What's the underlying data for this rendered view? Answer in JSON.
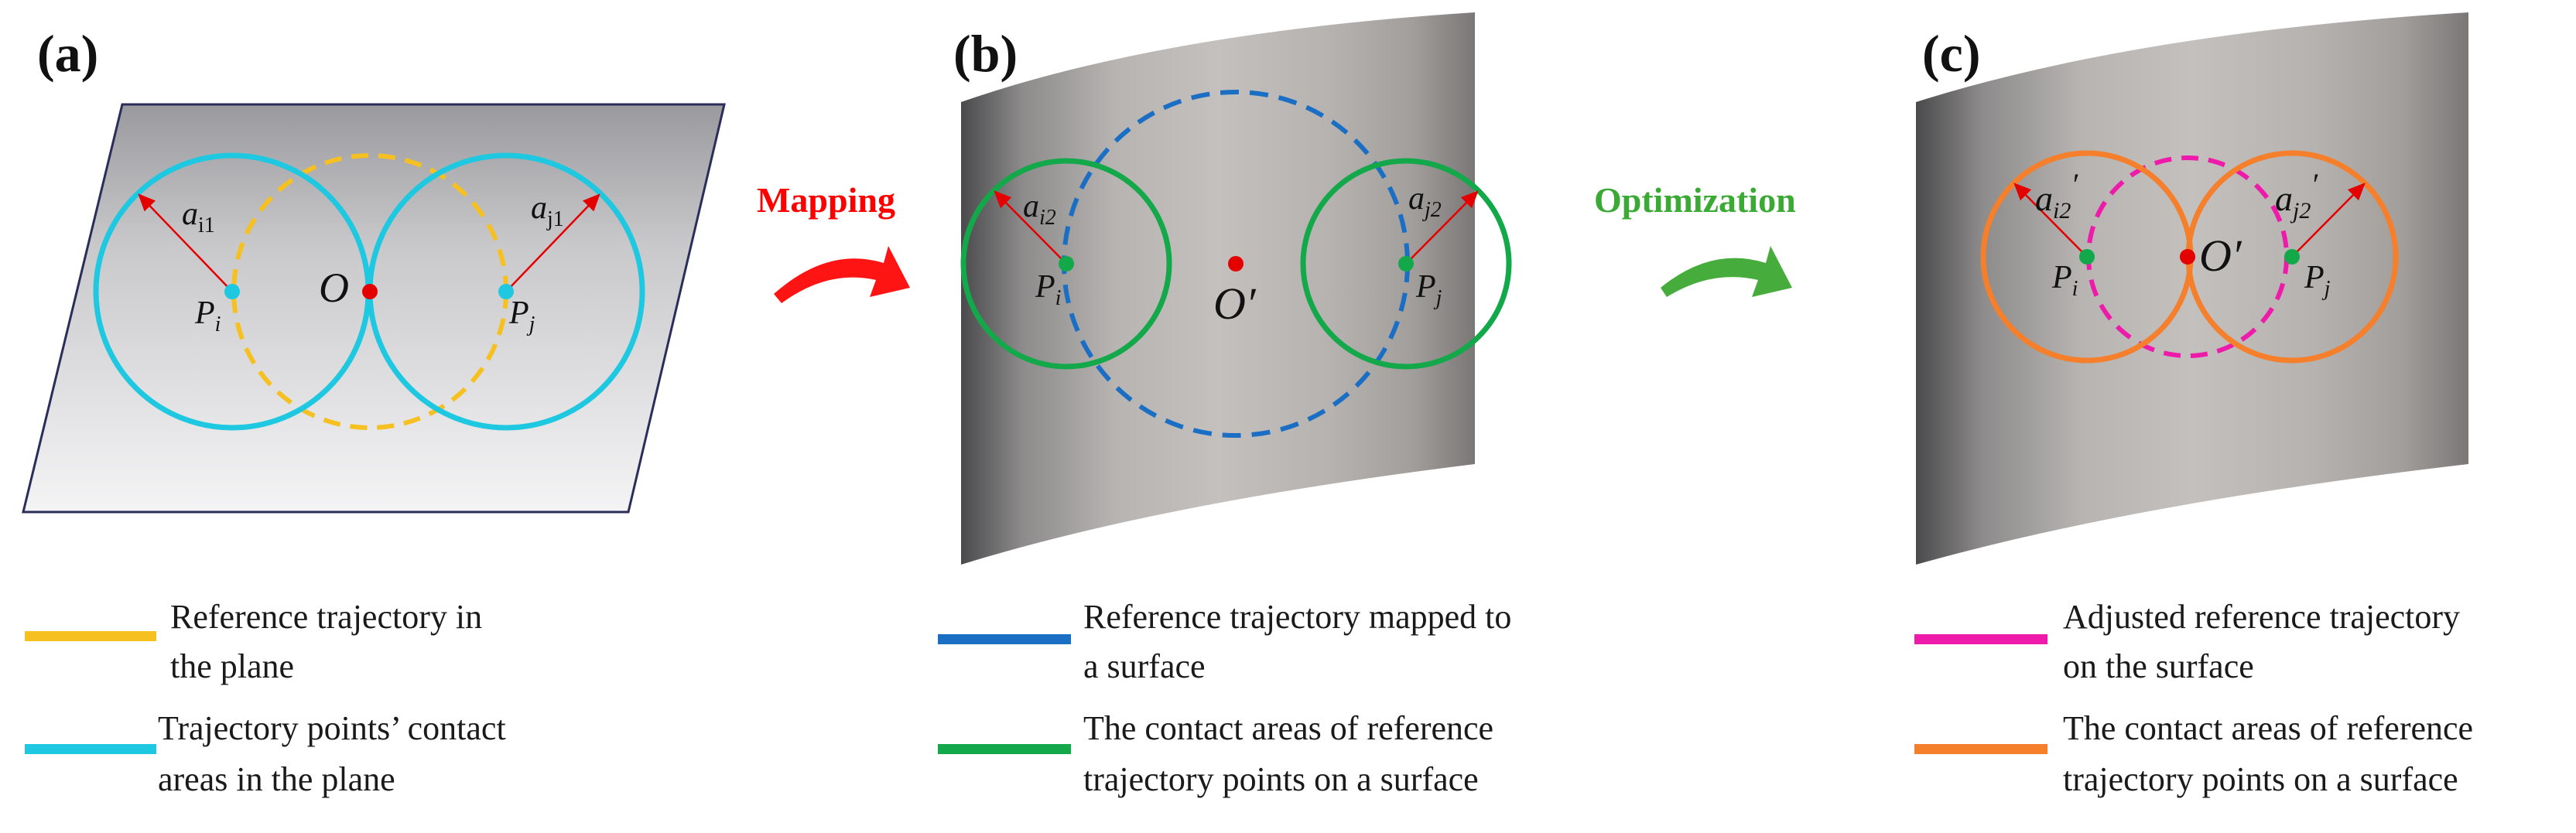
{
  "panels": [
    {
      "letter": "(a)"
    },
    {
      "letter": "(b)"
    },
    {
      "letter": "(c)"
    }
  ],
  "arrows": {
    "mapping": {
      "label": "Mapping",
      "color": "#ff0000"
    },
    "optimization": {
      "label": "Optimization",
      "color": "#3aaa35"
    }
  },
  "symbols": {
    "a": {
      "O": "O",
      "Pi": "P",
      "Pi_sub": "i",
      "Pj": "P",
      "Pj_sub": "j",
      "ai": "a",
      "ai_sub": "i1",
      "aj": "a",
      "aj_sub": "j1"
    },
    "b": {
      "O": "O′",
      "Pi": "P",
      "Pi_sub": "i",
      "Pj": "P",
      "Pj_sub": "j",
      "ai": "a",
      "ai_sub": "i2",
      "aj": "a",
      "aj_sub": "j2"
    },
    "c": {
      "O": "O′",
      "Pi": "P",
      "Pi_sub": "i",
      "Pj": "P",
      "Pj_sub": "j",
      "ai": "a",
      "ai_sub": "i2",
      "ai_prime": "′",
      "aj": "a",
      "aj_sub": "j2",
      "aj_prime": "′"
    }
  },
  "colors": {
    "yellow": "#f5c020",
    "cyan": "#1ec8e0",
    "blue": "#1a6fc4",
    "green": "#13a84a",
    "magenta": "#ee1aaa",
    "orange": "#f57f2a",
    "red": "#e50000"
  },
  "legend": {
    "a": [
      {
        "line1": "Reference trajectory in",
        "line2": "the plane"
      },
      {
        "line1": "Trajectory points’ contact",
        "line2": "areas in the plane"
      }
    ],
    "b": [
      {
        "line1": "Reference trajectory mapped to",
        "line2": "a surface"
      },
      {
        "line1": "The contact areas of reference",
        "line2": "trajectory points on a surface"
      }
    ],
    "c": [
      {
        "line1": "Adjusted reference trajectory",
        "line2": "on the surface"
      },
      {
        "line1": "The contact areas of reference",
        "line2": "trajectory points on a surface"
      }
    ]
  }
}
